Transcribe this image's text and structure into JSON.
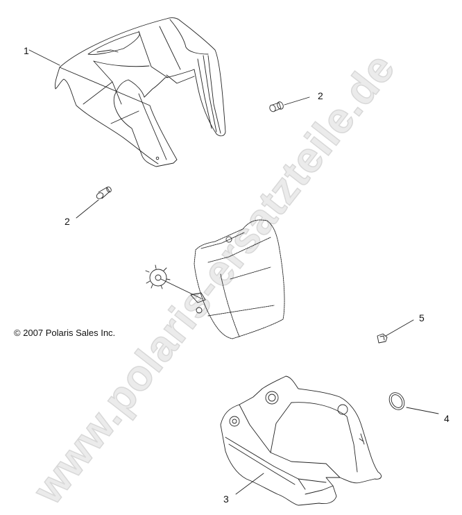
{
  "diagram": {
    "type": "exploded parts diagram",
    "copyright": "© 2007 Polaris Sales Inc.",
    "watermark": "www.polaris-ersatzteile.de",
    "callouts": [
      {
        "id": "c1",
        "label": "1",
        "part": "headlight-pod-cover"
      },
      {
        "id": "c2a",
        "label": "2",
        "part": "screw-upper"
      },
      {
        "id": "c2b",
        "label": "2",
        "part": "screw-left"
      },
      {
        "id": "c3",
        "label": "3",
        "part": "headlight-pod-base"
      },
      {
        "id": "c4",
        "label": "4",
        "part": "grommet-ring"
      },
      {
        "id": "c5",
        "label": "5",
        "part": "clip-nut"
      }
    ],
    "colors": {
      "line": "#222222",
      "watermark": "#e6e6e6",
      "watermark_stroke": "#d4d4d4",
      "background": "#ffffff"
    }
  }
}
